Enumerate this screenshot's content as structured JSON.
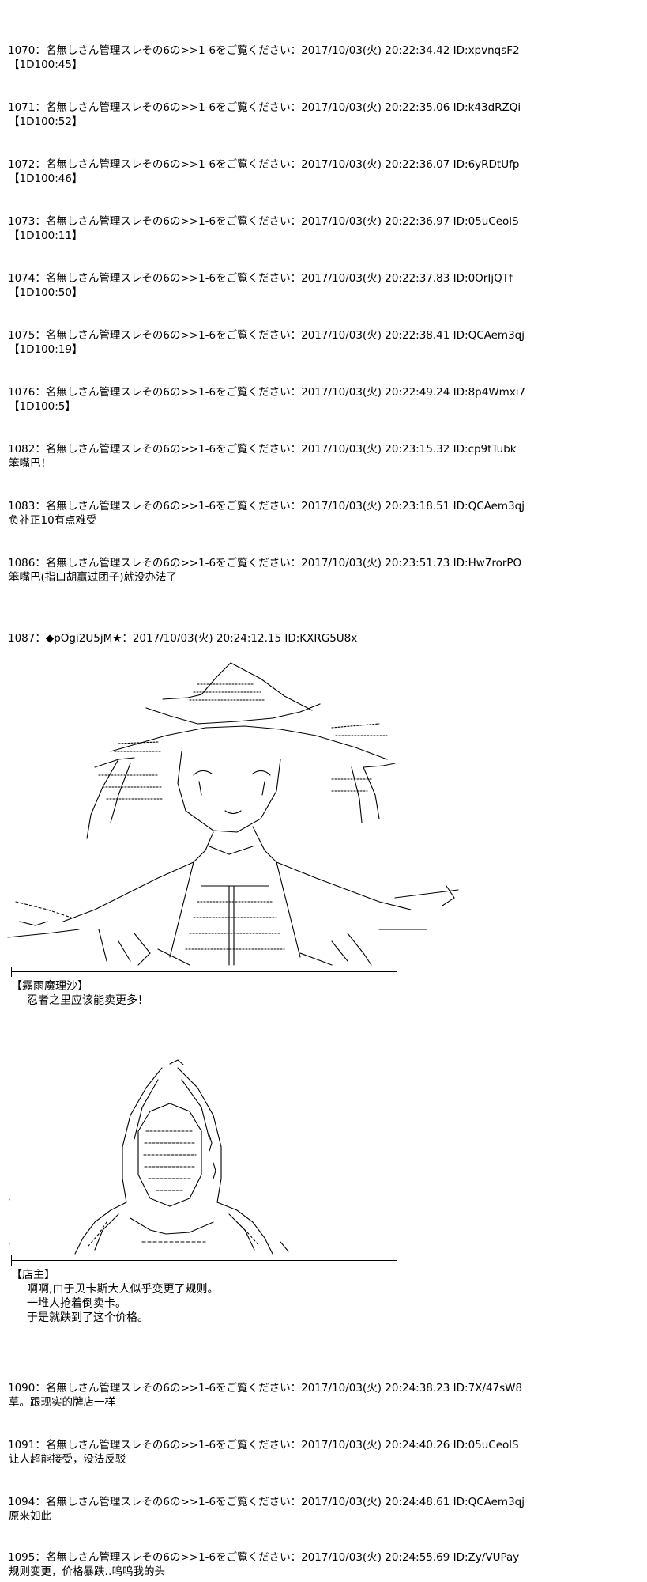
{
  "posts_top": [
    {
      "header": "1070：名無しさん管理スレその6の>>1-6をご覧ください：2017/10/03(火) 20:22:34.42 ID:xpvnqsF2",
      "body": "【1D100:45】"
    },
    {
      "header": "1071：名無しさん管理スレその6の>>1-6をご覧ください：2017/10/03(火) 20:22:35.06 ID:k43dRZQi",
      "body": "【1D100:52】"
    },
    {
      "header": "1072：名無しさん管理スレその6の>>1-6をご覧ください：2017/10/03(火) 20:22:36.07 ID:6yRDtUfp",
      "body": "【1D100:46】"
    },
    {
      "header": "1073：名無しさん管理スレその6の>>1-6をご覧ください：2017/10/03(火) 20:22:36.97 ID:05uCeolS",
      "body": "【1D100:11】"
    },
    {
      "header": "1074：名無しさん管理スレその6の>>1-6をご覧ください：2017/10/03(火) 20:22:37.83 ID:0OrIjQTf",
      "body": "【1D100:50】"
    },
    {
      "header": "1075：名無しさん管理スレその6の>>1-6をご覧ください：2017/10/03(火) 20:22:38.41 ID:QCAem3qj",
      "body": "【1D100:19】"
    },
    {
      "header": "1076：名無しさん管理スレその6の>>1-6をご覧ください：2017/10/03(火) 20:22:49.24 ID:8p4Wmxi7",
      "body": "【1D100:5】"
    },
    {
      "header": "1082：名無しさん管理スレその6の>>1-6をご覧ください：2017/10/03(火) 20:23:15.32 ID:cp9tTubk",
      "body": "笨嘴巴！"
    },
    {
      "header": "1083：名無しさん管理スレその6の>>1-6をご覧ください：2017/10/03(火) 20:23:18.51 ID:QCAem3qj",
      "body": "负补正10有点难受"
    },
    {
      "header": "1086：名無しさん管理スレその6の>>1-6をご覧ください：2017/10/03(火) 20:23:51.73 ID:Hw7rorPO",
      "body": "笨嘴巴(指口胡赢过团子)就没办法了"
    }
  ],
  "aa_post": {
    "header": "1087：◆pOgi2U5jM★：2017/10/03(火) 20:24:12.15 ID:KXRG5U8x",
    "speaker1": "【霧雨魔理沙】",
    "line1": "忍者之里应该能卖更多！",
    "speaker2": "【店主】",
    "lines2": [
      "啊啊,由于贝卡斯大人似乎变更了规则。",
      "一堆人抢着倒卖卡。",
      "于是就跌到了这个价格。"
    ]
  },
  "posts_bottom": [
    {
      "header": "1090：名無しさん管理スレその6の>>1-6をご覧ください：2017/10/03(火) 20:24:38.23 ID:7X/47sW8",
      "body": "草。跟现实的牌店一样"
    },
    {
      "header": "1091：名無しさん管理スレその6の>>1-6をご覧ください：2017/10/03(火) 20:24:40.26 ID:05uCeolS",
      "body": "让人超能接受，没法反驳"
    },
    {
      "header": "1094：名無しさん管理スレその6の>>1-6をご覧ください：2017/10/03(火) 20:24:48.61 ID:QCAem3qj",
      "body": "原来如此"
    },
    {
      "header": "1095：名無しさん管理スレその6の>>1-6をご覧ください：2017/10/03(火) 20:24:55.69 ID:Zy/VUPay",
      "body": "规则变更，价格暴跌‥呜呜我的头"
    }
  ]
}
